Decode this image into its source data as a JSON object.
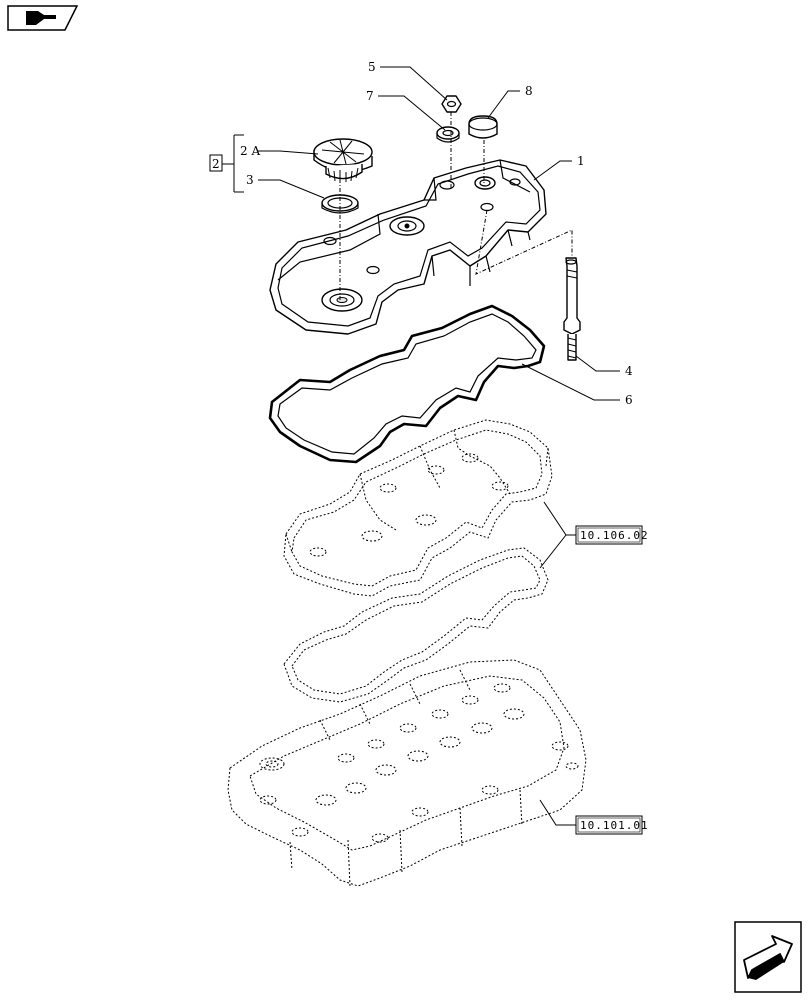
{
  "callouts": {
    "c1": "1",
    "c2": "2",
    "c2a": "2 A",
    "c3": "3",
    "c4": "4",
    "c5": "5",
    "c6": "6",
    "c7": "7",
    "c8": "8"
  },
  "references": {
    "ref_cylinder_head_cover": "10.106.02",
    "ref_cylinder_head": "10.101.01"
  },
  "icons": {
    "top_left": "book-nav-icon",
    "bottom_right": "next-page-arrow-icon"
  }
}
